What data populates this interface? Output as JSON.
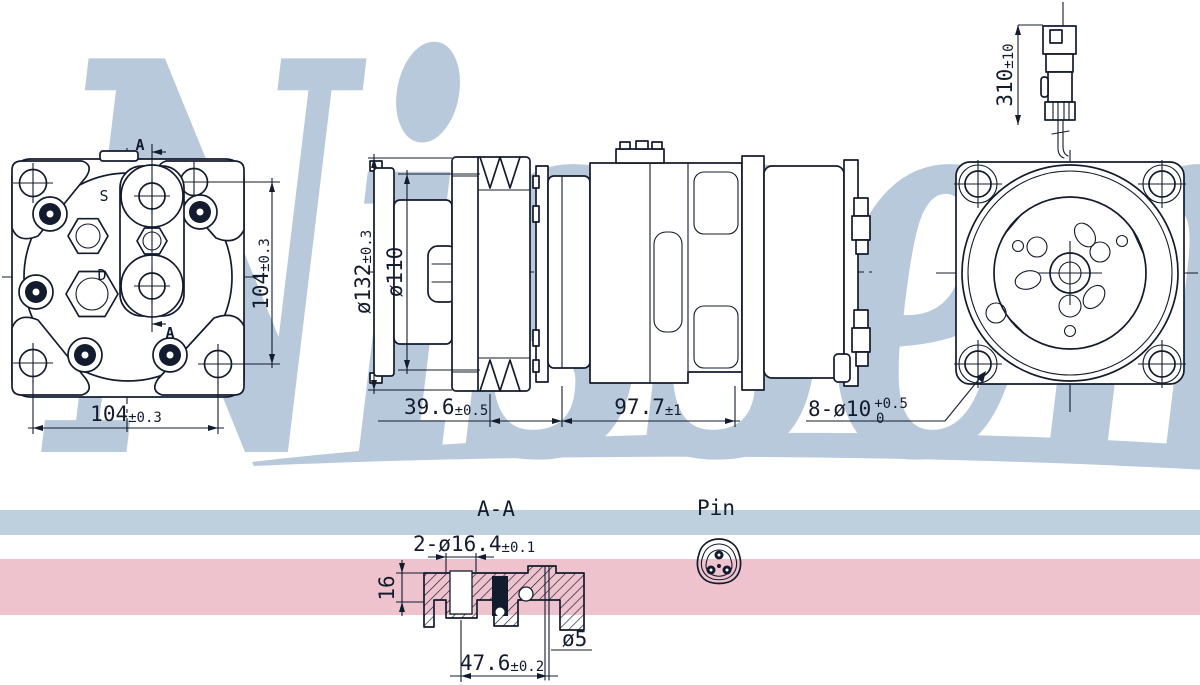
{
  "watermark": {
    "brand": "Nissens",
    "registered_mark": "®",
    "color": "#b7c9da"
  },
  "bands": {
    "blue_color": "#bed0dd",
    "pink_color": "#eec3cd"
  },
  "front_view": {
    "port_s": "S",
    "port_d": "D",
    "section_arrow_top": "A",
    "section_arrow_bottom": "A",
    "dim_bolt_height": {
      "value": "104",
      "tol": "±0.3"
    },
    "dim_bolt_width": {
      "value": "104",
      "tol": "±0.3"
    }
  },
  "side_view": {
    "dim_pulley_od": {
      "value": "ø132",
      "tol": "±0.3"
    },
    "dim_belt_diameter": {
      "value": "ø110"
    },
    "dim_pulley_depth": {
      "value": "39.6",
      "tol": "±0.5"
    },
    "dim_body_length": {
      "value": "97.7",
      "tol": "±1"
    }
  },
  "rear_view": {
    "dim_wire_length": {
      "value": "310",
      "tol": "±10"
    },
    "dim_mount_holes": {
      "value": "8-ø10",
      "tol_upper": "+0.5",
      "tol_lower": "0"
    }
  },
  "section_view": {
    "title": "A-A",
    "dim_bores": {
      "value": "2-ø16.4",
      "tol": "±0.1"
    },
    "dim_thickness": {
      "value": "16"
    },
    "dim_small_hole": {
      "value": "ø5"
    },
    "dim_hole_spacing": {
      "value": "47.6",
      "tol": "±0.2"
    }
  },
  "pin_detail": {
    "label": "Pin"
  }
}
